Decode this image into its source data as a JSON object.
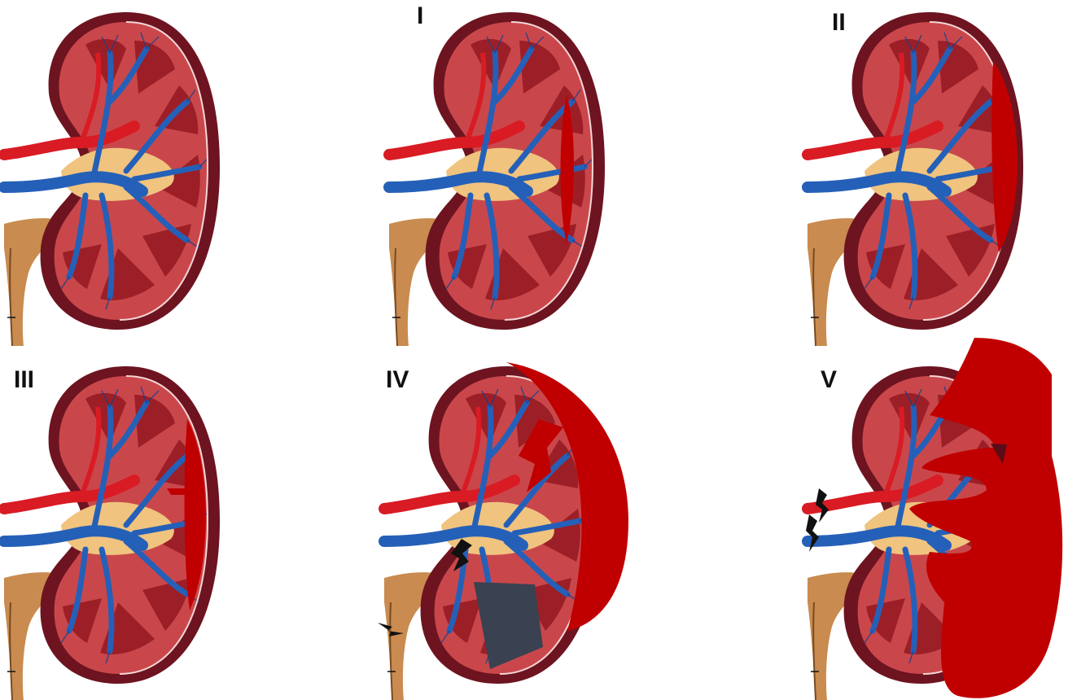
{
  "panels": [
    {
      "id": "p0",
      "label": ""
    },
    {
      "id": "p1",
      "label": "I"
    },
    {
      "id": "p2",
      "label": "II"
    },
    {
      "id": "p3",
      "label": "III"
    },
    {
      "id": "p4",
      "label": "IV"
    },
    {
      "id": "p5",
      "label": "V"
    }
  ],
  "colors": {
    "capsule": "#6d1420",
    "cortex": "#c9474b",
    "pyramid": "#9c1f27",
    "pelvis": "#f0c37f",
    "vein": "#2560b8",
    "artery": "#d91b24",
    "ureter": "#c98b4f",
    "hematoma": "#c00000",
    "laceration": "#c00000",
    "infarct": "#3a4150",
    "injury_mark": "#111111"
  }
}
